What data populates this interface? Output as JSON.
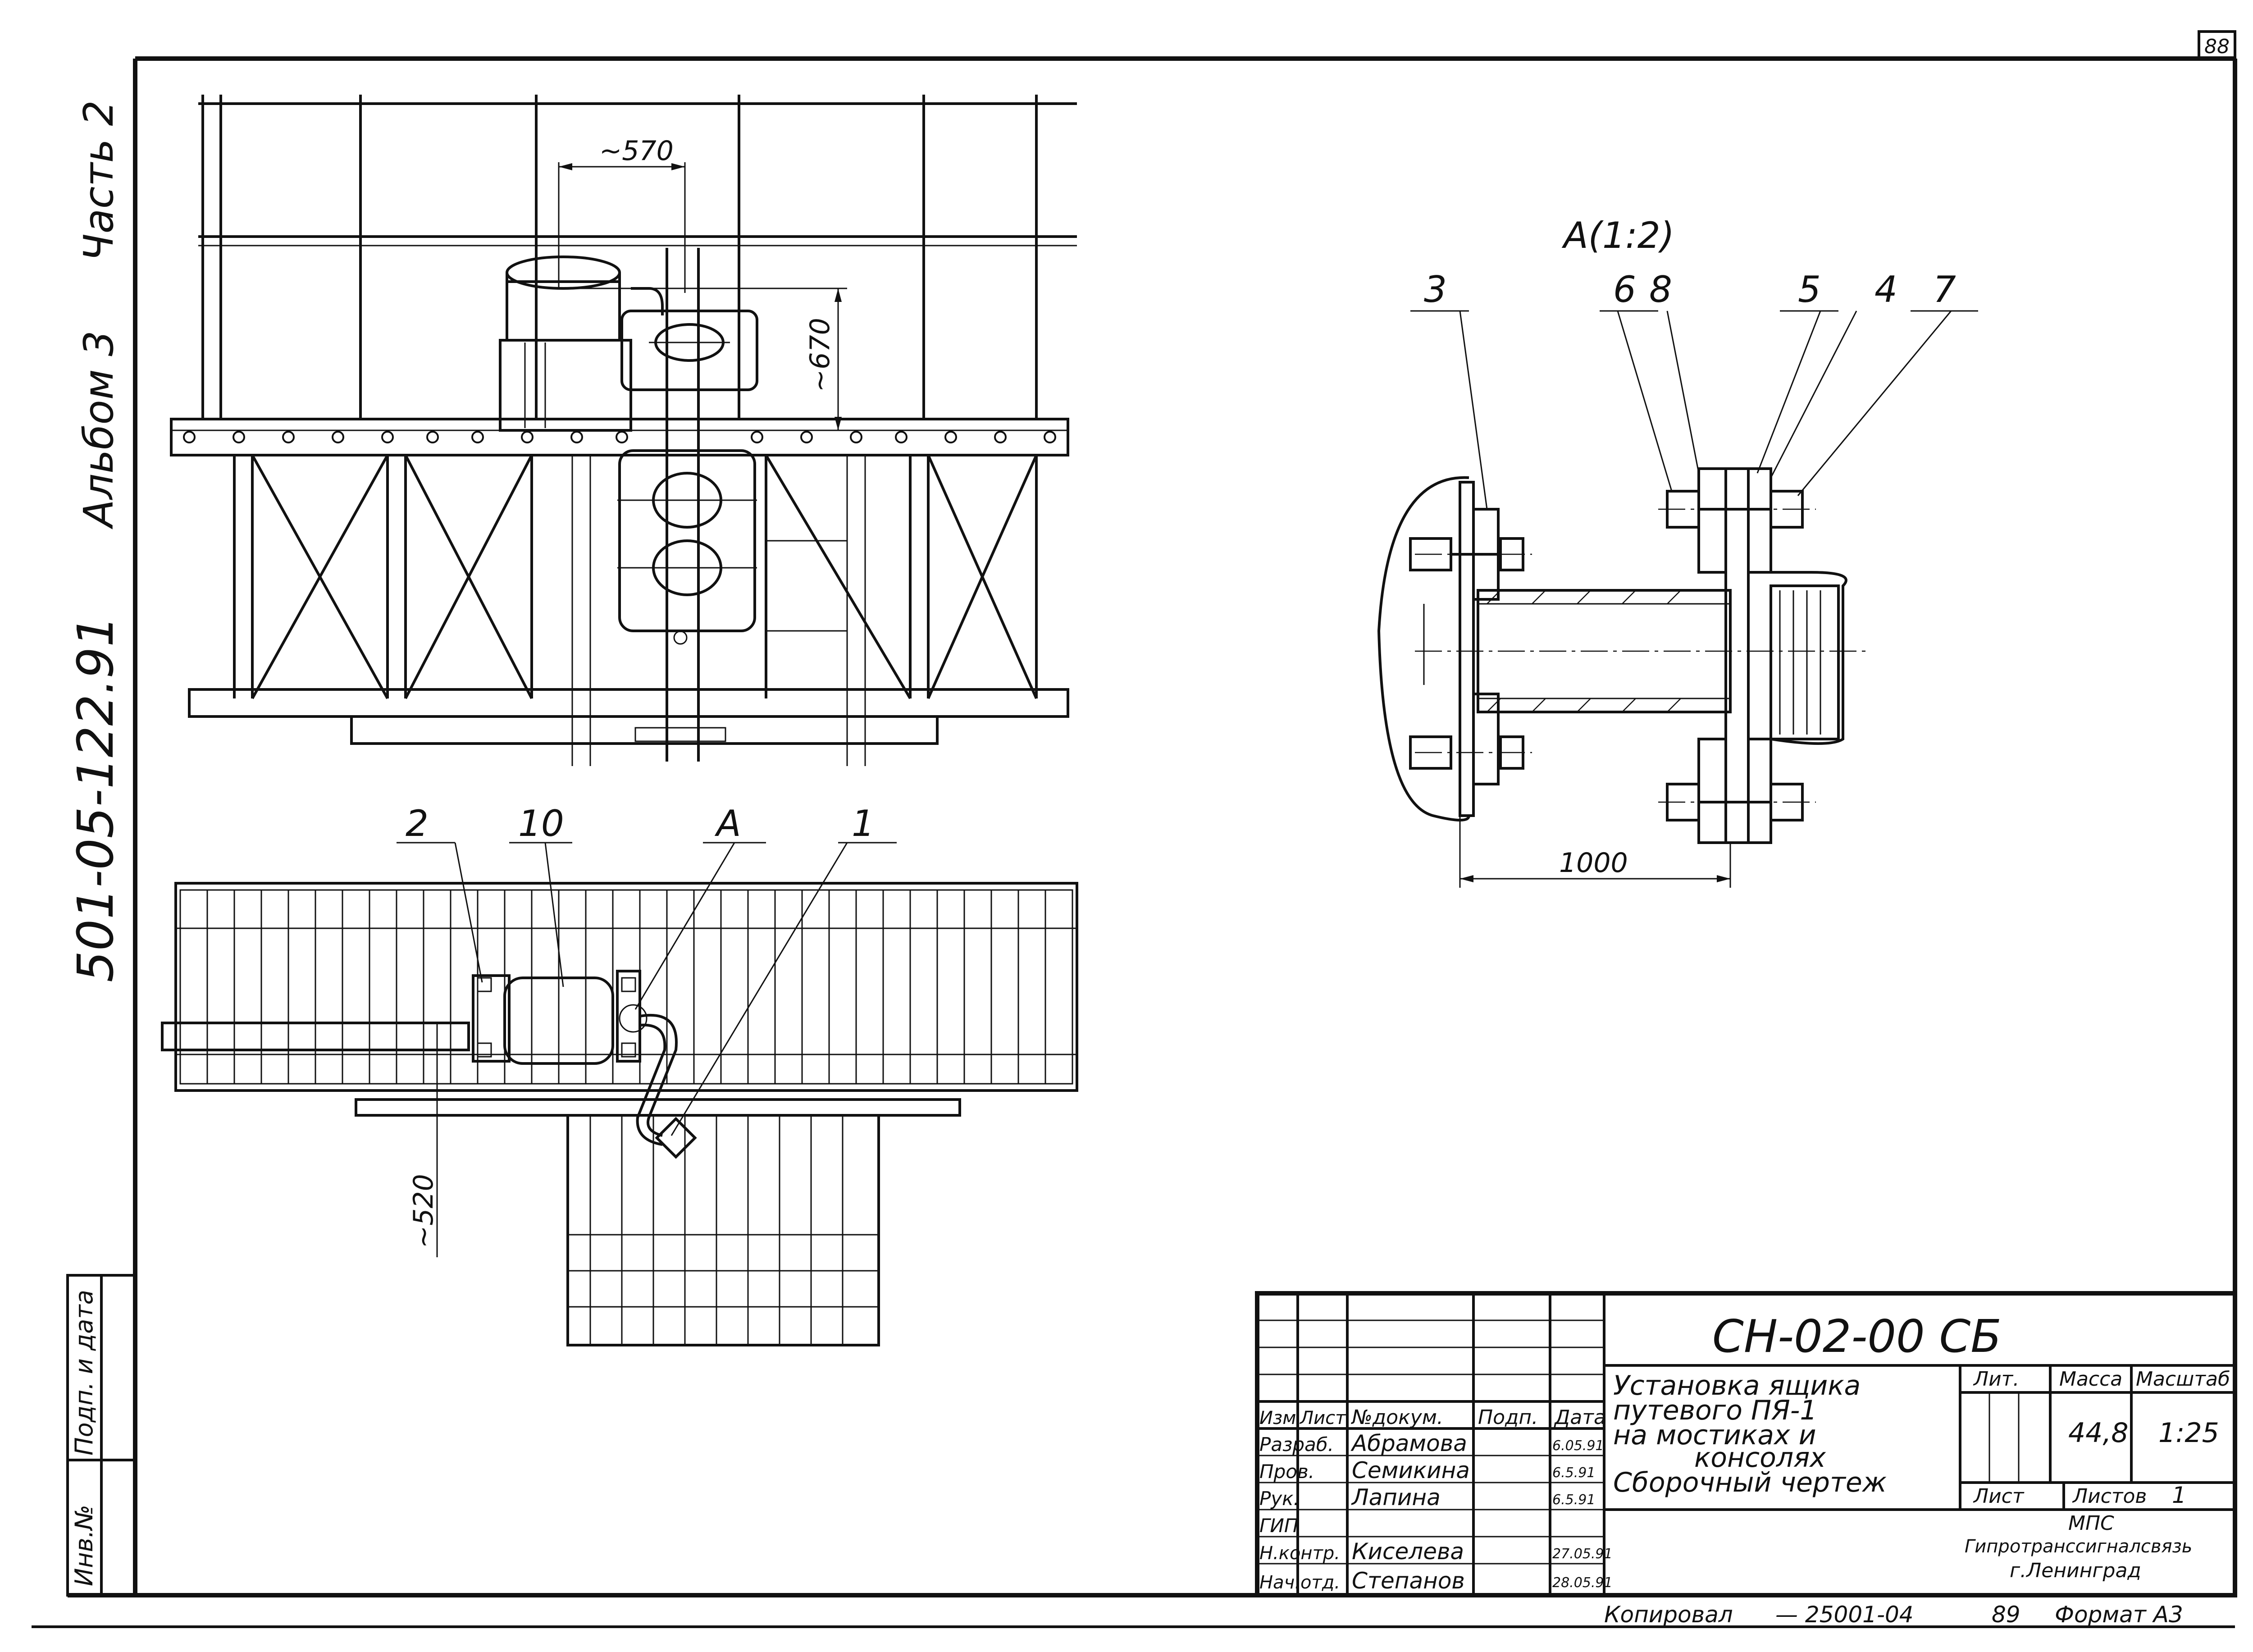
{
  "sheet_number": "88",
  "side_labels": {
    "document_code": "501-05-122.91",
    "album": "Альбом 3",
    "part": "Часть 2",
    "field_inv": "Инв.№",
    "field_sign_date": "Подп. и дата"
  },
  "elevation_view": {
    "dim_width": "~570",
    "dim_height": "~670"
  },
  "plan_view": {
    "callouts": [
      "2",
      "10",
      "A",
      "1"
    ],
    "dim_offset": "~520"
  },
  "detail_view": {
    "title": "A(1:2)",
    "callouts": [
      "3",
      "6",
      "8",
      "5",
      "4",
      "7"
    ],
    "dim_length": "1000"
  },
  "title_block": {
    "designation": "СН-02-00 СБ",
    "title_lines": [
      "Установка ящика",
      "путевого ПЯ-1",
      "на мостиках и",
      "консолях"
    ],
    "doc_type": "Сборочный чертеж",
    "header": {
      "izm": "Изм",
      "list": "Лист",
      "doc_no": "№докум.",
      "sign": "Подп.",
      "date": "Дата"
    },
    "roles": [
      {
        "role": "Разраб.",
        "name": "Абрамова",
        "date": "6.05.91"
      },
      {
        "role": "Пров.",
        "name": "Семикина",
        "date": "6.5.91"
      },
      {
        "role": "Рук.",
        "name": "Лапина",
        "date": "6.5.91"
      },
      {
        "role": "ГИП",
        "name": "",
        "date": ""
      },
      {
        "role": "Н.контр.",
        "name": "Киселева",
        "date": "27.05.91"
      },
      {
        "role": "Нач.отд.",
        "name": "Степанов",
        "date": "28.05.91"
      }
    ],
    "lit_label": "Лит.",
    "mass_label": "Масса",
    "scale_label": "Масштаб",
    "mass": "44,8",
    "scale": "1:25",
    "sheet_label": "Лист",
    "sheets_label": "Листов",
    "sheets": "1",
    "org_lines": [
      "МПС",
      "Гипротранссигналсвязь",
      "г.Ленинград"
    ]
  },
  "footer": {
    "copied": "Копировал",
    "order": "— 25001-04",
    "year": "89",
    "format": "Формат А3"
  }
}
